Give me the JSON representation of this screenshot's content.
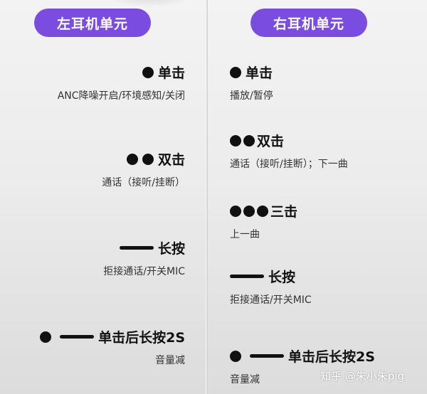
{
  "left": {
    "title": "左耳机单元",
    "items": [
      {
        "gesture": "单击",
        "symbols": [
          "dot"
        ],
        "action": "ANC降噪开启/环境感知/关闭"
      },
      {
        "gesture": "双击",
        "symbols": [
          "dot",
          "dot"
        ],
        "action": "通话（接听/挂断）"
      },
      {
        "gesture": "长按",
        "symbols": [
          "dash"
        ],
        "action": "拒接通话/开关MIC"
      },
      {
        "gesture": "单击后长按2S",
        "symbols": [
          "dot",
          "dash"
        ],
        "action": "音量减"
      }
    ]
  },
  "right": {
    "title": "右耳机单元",
    "items": [
      {
        "gesture": "单击",
        "symbols": [
          "dot"
        ],
        "action": "播放/暂停"
      },
      {
        "gesture": "双击",
        "symbols": [
          "dot",
          "dot"
        ],
        "action": "通话（接听/挂断）；下一曲"
      },
      {
        "gesture": "三击",
        "symbols": [
          "dot",
          "dot",
          "dot"
        ],
        "action": "上一曲"
      },
      {
        "gesture": "长按",
        "symbols": [
          "dash"
        ],
        "action": "拒接通话/开关MIC"
      },
      {
        "gesture": "单击后长按2S",
        "symbols": [
          "dot",
          "dash"
        ],
        "action": "音量减"
      }
    ]
  },
  "watermark": "知乎 @朱小朱pig",
  "colors": {
    "accent": "#7b4ce0",
    "text": "#111111"
  }
}
